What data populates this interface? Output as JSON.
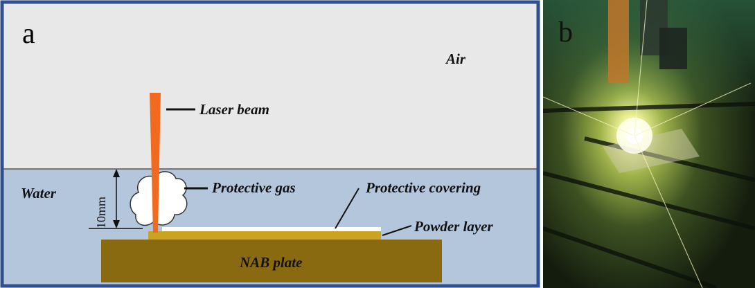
{
  "panel_a": {
    "letter": "a",
    "labels": {
      "air": "Air",
      "laser_beam": "Laser beam",
      "water": "Water",
      "protective_gas": "Protective gas",
      "protective_covering": "Protective covering",
      "powder_layer": "Powder layer",
      "nab_plate": "NAB plate",
      "depth": "10mm"
    },
    "colors": {
      "border": "#2f4f8f",
      "air": "#e8e8e8",
      "water": "#b4c6dc",
      "laser": "#f26a1f",
      "powder": "#c9a321",
      "plate": "#8a6a10",
      "covering": "#ffffff"
    }
  },
  "panel_b": {
    "letter": "b"
  }
}
